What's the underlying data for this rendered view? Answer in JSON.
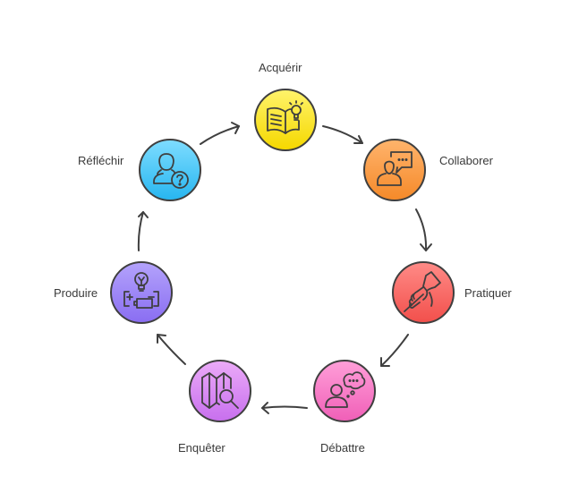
{
  "diagram": {
    "type": "cycle",
    "steps": [
      {
        "id": "acquerir",
        "label": "Acquérir",
        "icon": "book-lightbulb-icon",
        "color_top": "#fff36a",
        "color_bottom": "#f5d800"
      },
      {
        "id": "collaborer",
        "label": "Collaborer",
        "icon": "person-chat-icon",
        "color_top": "#ffb36b",
        "color_bottom": "#f58a2a"
      },
      {
        "id": "pratiquer",
        "label": "Pratiquer",
        "icon": "hand-holding-tool-icon",
        "color_top": "#ff8a86",
        "color_bottom": "#f2504c"
      },
      {
        "id": "debattre",
        "label": "Débattre",
        "icon": "person-thought-icon",
        "color_top": "#ff9ed8",
        "color_bottom": "#f060b8"
      },
      {
        "id": "enqueter",
        "label": "Enquêter",
        "icon": "map-search-icon",
        "color_top": "#ebaaf8",
        "color_bottom": "#c870ee"
      },
      {
        "id": "produire",
        "label": "Produire",
        "icon": "lightbulb-battery-icon",
        "color_top": "#b3a2fb",
        "color_bottom": "#8a6ef2"
      },
      {
        "id": "reflechir",
        "label": "Réfléchir",
        "icon": "person-question-icon",
        "color_top": "#7ddcff",
        "color_bottom": "#28b6f0"
      }
    ],
    "arrow_color": "#3f3f3f",
    "outline_color": "#3f3f3f"
  }
}
